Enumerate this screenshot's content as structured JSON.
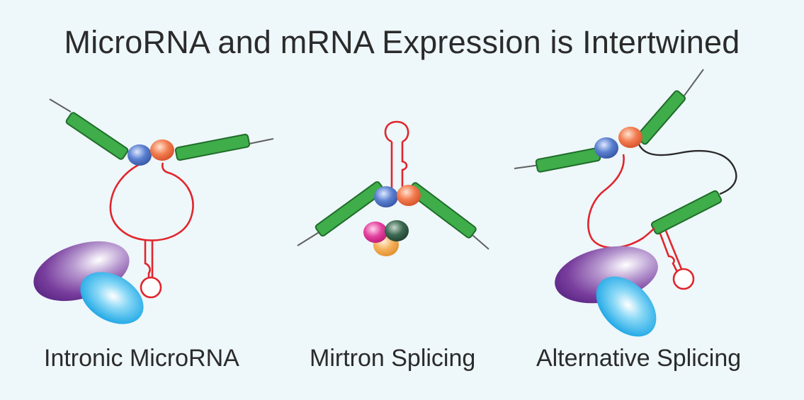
{
  "title": "MicroRNA and mRNA Expression is Intertwined",
  "panels": [
    {
      "caption": "Intronic MicroRNA"
    },
    {
      "caption": "Mirtron Splicing"
    },
    {
      "caption": "Alternative Splicing"
    }
  ],
  "colors": {
    "background": "#eef7fa",
    "exon": "#3fad4a",
    "exon_outline": "#1f6d2a",
    "intron_rna": "#e0262d",
    "spliced_loop": "#2a2a2a",
    "blue_protein": "#4a6fc4",
    "orange_protein": "#f0734a",
    "purple_protein": "#6a2f96",
    "cyan_protein": "#17a6e6",
    "pink_protein": "#e0319a",
    "dark_green_protein": "#2f5a44",
    "yellow_protein": "#f2a84d"
  }
}
